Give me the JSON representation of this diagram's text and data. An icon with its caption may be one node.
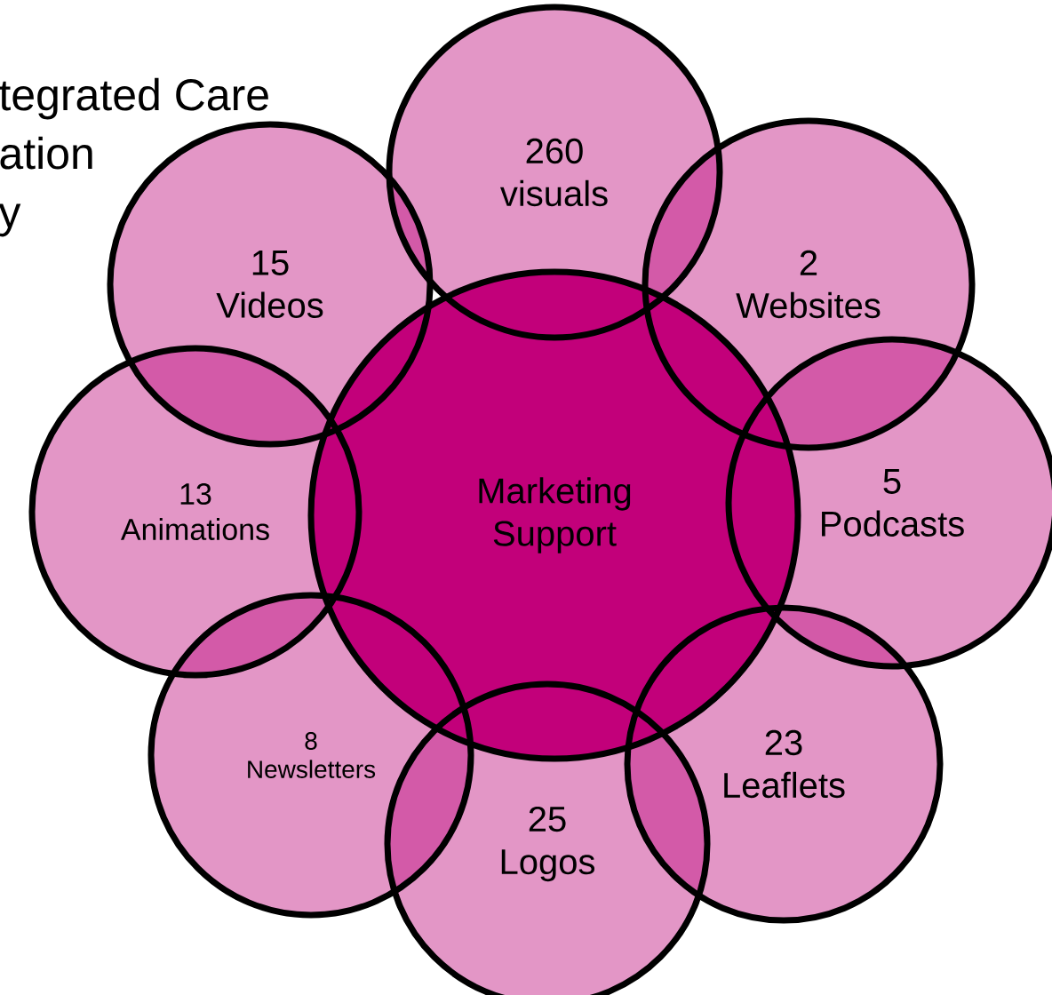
{
  "diagram": {
    "nodes": [
      {
        "text": [
          "260 visuals"
        ]
      },
      {
        "text": [
          "15 Videos"
        ]
      },
      {
        "text": [
          "2 Websites"
        ]
      },
      {
        "text": [
          "Marketing Support"
        ]
      },
      {
        "text": [
          "13 Animations"
        ]
      },
      {
        "text": [
          "5 Podcasts"
        ]
      },
      {
        "text": [
          "8 Newsletters"
        ]
      },
      {
        "text": [
          "23 Leaflets"
        ]
      },
      {
        "text": [
          "25 Logos"
        ]
      }
    ],
    "edges": [],
    "labels": [
      "tegrated Care",
      "ation",
      "y"
    ]
  }
}
